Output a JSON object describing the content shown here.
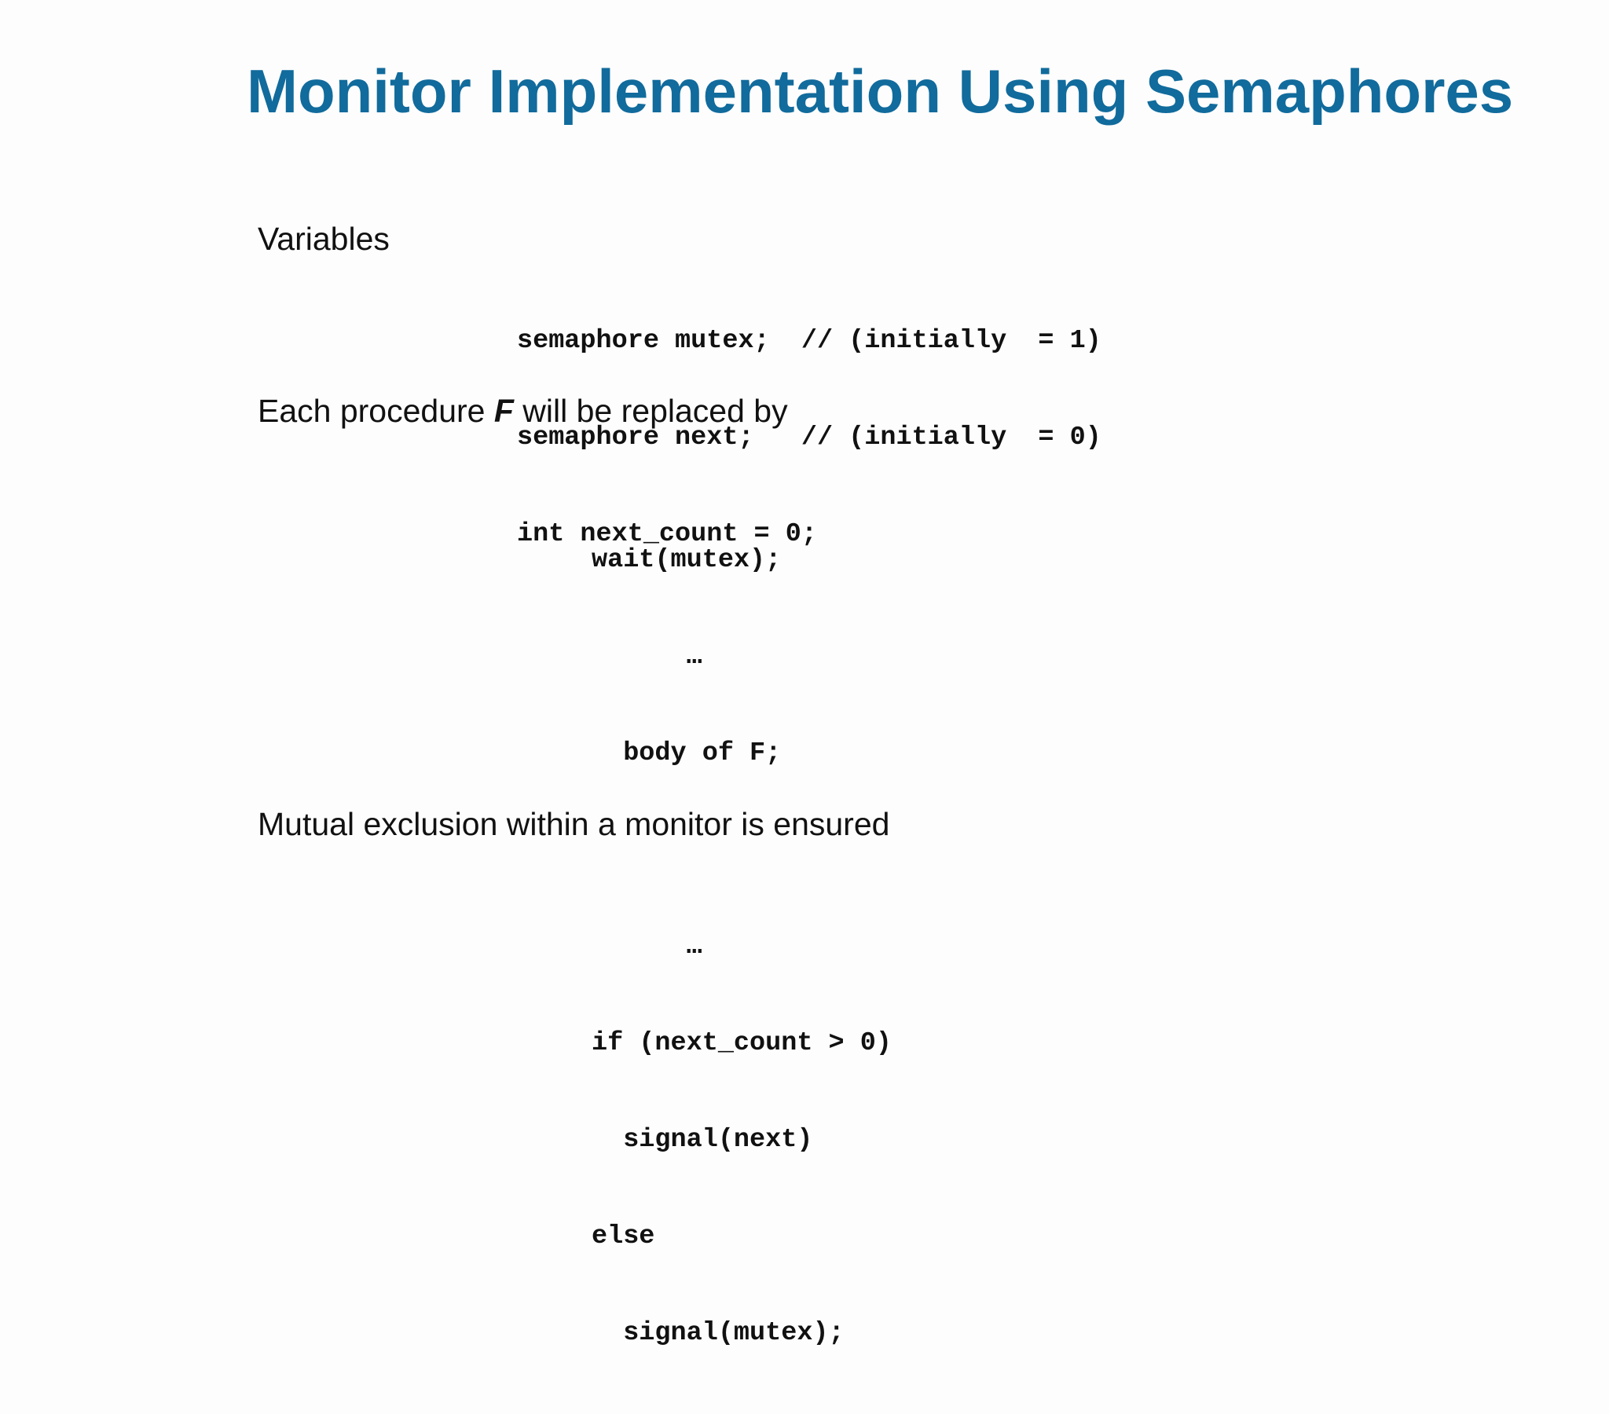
{
  "slide": {
    "title": "Monitor Implementation Using Semaphores",
    "variables_heading": "Variables",
    "variables_code": [
      "semaphore mutex;  // (initially  = 1)",
      "semaphore next;   // (initially  = 0)",
      "int next_count = 0;"
    ],
    "procedure_prefix": "Each procedure ",
    "procedure_name": "F",
    "procedure_suffix": "  will be replaced by",
    "procedure_code": [
      "wait(mutex);",
      "      …",
      "  body of F;",
      "",
      "      …",
      "if (next_count > 0)",
      "  signal(next)",
      "else",
      "  signal(mutex);"
    ],
    "conclusion": "Mutual exclusion within a monitor is ensured"
  }
}
